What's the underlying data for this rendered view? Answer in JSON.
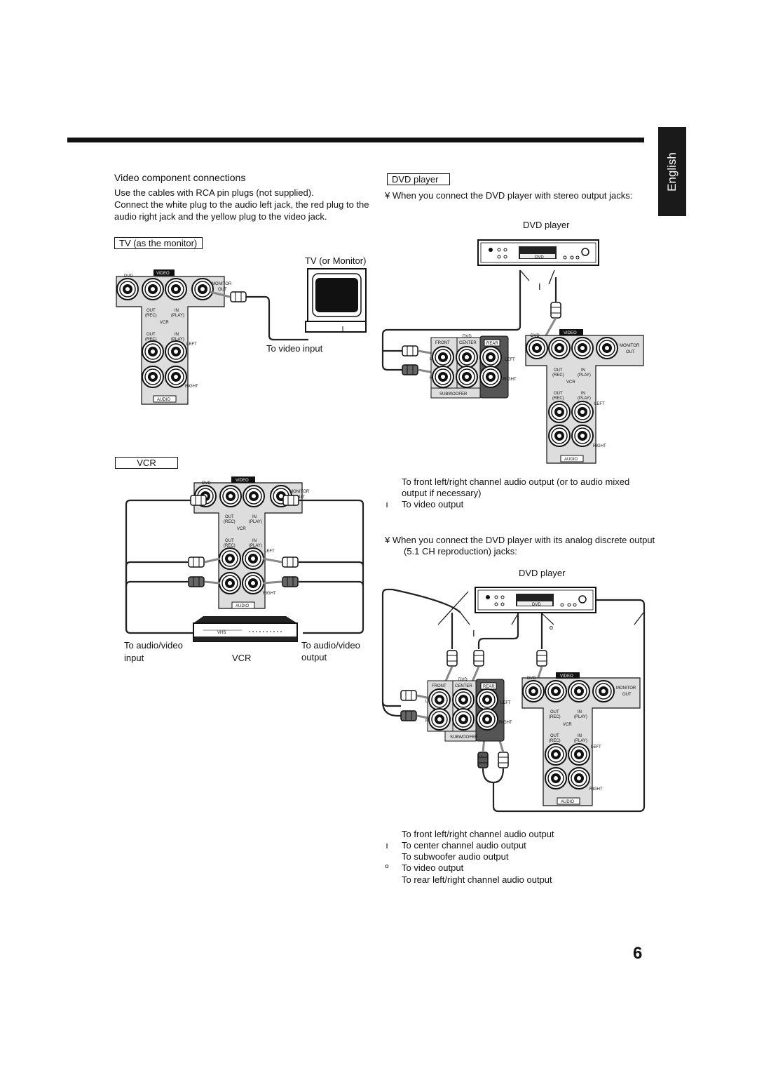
{
  "language_tab": "English",
  "page_number": "6",
  "left": {
    "heading": "Video component connections",
    "intro": [
      "Use the cables with RCA pin plugs (not supplied).",
      "Connect the white plug to the audio left jack, the red plug to the",
      "audio right jack and the yellow plug to the video jack."
    ],
    "tv_box": "TV (as the monitor)",
    "tv_label": "TV (or Monitor)",
    "to_video_input": "To video input",
    "vcr_box": "VCR",
    "to_av_input": [
      "To audio/video",
      "input"
    ],
    "vcr_caption": "VCR",
    "to_av_output": [
      "To audio/video",
      "output"
    ]
  },
  "right": {
    "dvd_box": "DVD player",
    "bullet1": "¥  When you connect the DVD player with stereo output jacks:",
    "dvd_label1": "DVD player",
    "marker_i1": "I",
    "notes1": [
      {
        "mark": "",
        "text": "To front left/right channel audio output (or to audio mixed"
      },
      {
        "mark": "",
        "text": "output if necessary)"
      },
      {
        "mark": "ı",
        "text": "To video output"
      }
    ],
    "bullet2": [
      "¥  When you connect the DVD player with its analog discrete output",
      "(5.1 CH reproduction) jacks:"
    ],
    "dvd_label2": "DVD player",
    "marker_i2": "I",
    "marker_o2": "º",
    "notes2": [
      {
        "mark": "",
        "text": "To front left/right channel audio output"
      },
      {
        "mark": "ı",
        "text": "To center channel audio output"
      },
      {
        "mark": "",
        "text": "To subwoofer audio output"
      },
      {
        "mark": "º",
        "text": "To video output"
      },
      {
        "mark": "",
        "text": "To rear left/right channel audio output"
      }
    ]
  },
  "panel": {
    "dvd": "DVD",
    "video": "VIDEO",
    "monitor": "MONITOR",
    "out": "OUT",
    "out_rec": [
      "OUT",
      "(REC)"
    ],
    "in_play": [
      "IN",
      "(PLAY)"
    ],
    "vcr": "VCR",
    "left": "LEFT",
    "right": "RIGHT",
    "audio": "AUDIO",
    "front": "FRONT",
    "center": "CENTER",
    "rear": "REAR",
    "subwoofer": "SUBWOOFER",
    "l": "L",
    "r": "R",
    "dvd_face": "DVD",
    "vhs": "VHS"
  }
}
